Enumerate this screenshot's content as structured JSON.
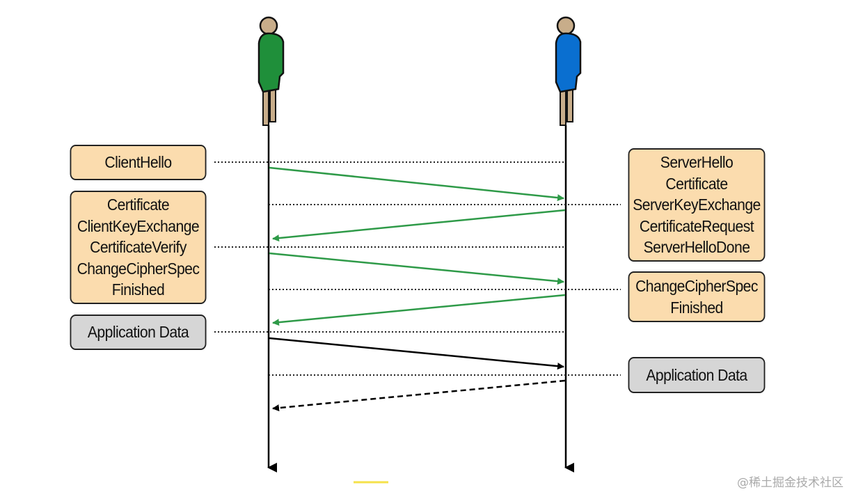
{
  "participants": [
    {
      "role": "client",
      "color": "#1f8f3a"
    },
    {
      "role": "server",
      "color": "#0a6fd0"
    }
  ],
  "colors": {
    "handshake_arrow": "#2e9a48",
    "data_arrow": "#000000",
    "box_handshake": "#fbdcae",
    "box_data": "#d6d6d6"
  },
  "client_boxes": [
    {
      "lines": [
        "ClientHello"
      ]
    },
    {
      "lines": [
        "Certificate",
        "ClientKeyExchange",
        "CertificateVerify",
        "ChangeCipherSpec",
        "Finished"
      ]
    },
    {
      "lines": [
        "Application Data"
      ]
    }
  ],
  "server_boxes": [
    {
      "lines": [
        "ServerHello",
        "Certificate",
        "ServerKeyExchange",
        "CertificateRequest",
        "ServerHelloDone"
      ]
    },
    {
      "lines": [
        "ChangeCipherSpec",
        "Finished"
      ]
    },
    {
      "lines": [
        "Application Data"
      ]
    }
  ],
  "messages": [
    {
      "from": "client",
      "to": "server",
      "style": "solid",
      "color": "green"
    },
    {
      "from": "server",
      "to": "client",
      "style": "solid",
      "color": "green"
    },
    {
      "from": "client",
      "to": "server",
      "style": "solid",
      "color": "green"
    },
    {
      "from": "server",
      "to": "client",
      "style": "solid",
      "color": "green"
    },
    {
      "from": "client",
      "to": "server",
      "style": "solid",
      "color": "black"
    },
    {
      "from": "server",
      "to": "client",
      "style": "dashed",
      "color": "black"
    }
  ],
  "watermark": "@稀土掘金技术社区"
}
